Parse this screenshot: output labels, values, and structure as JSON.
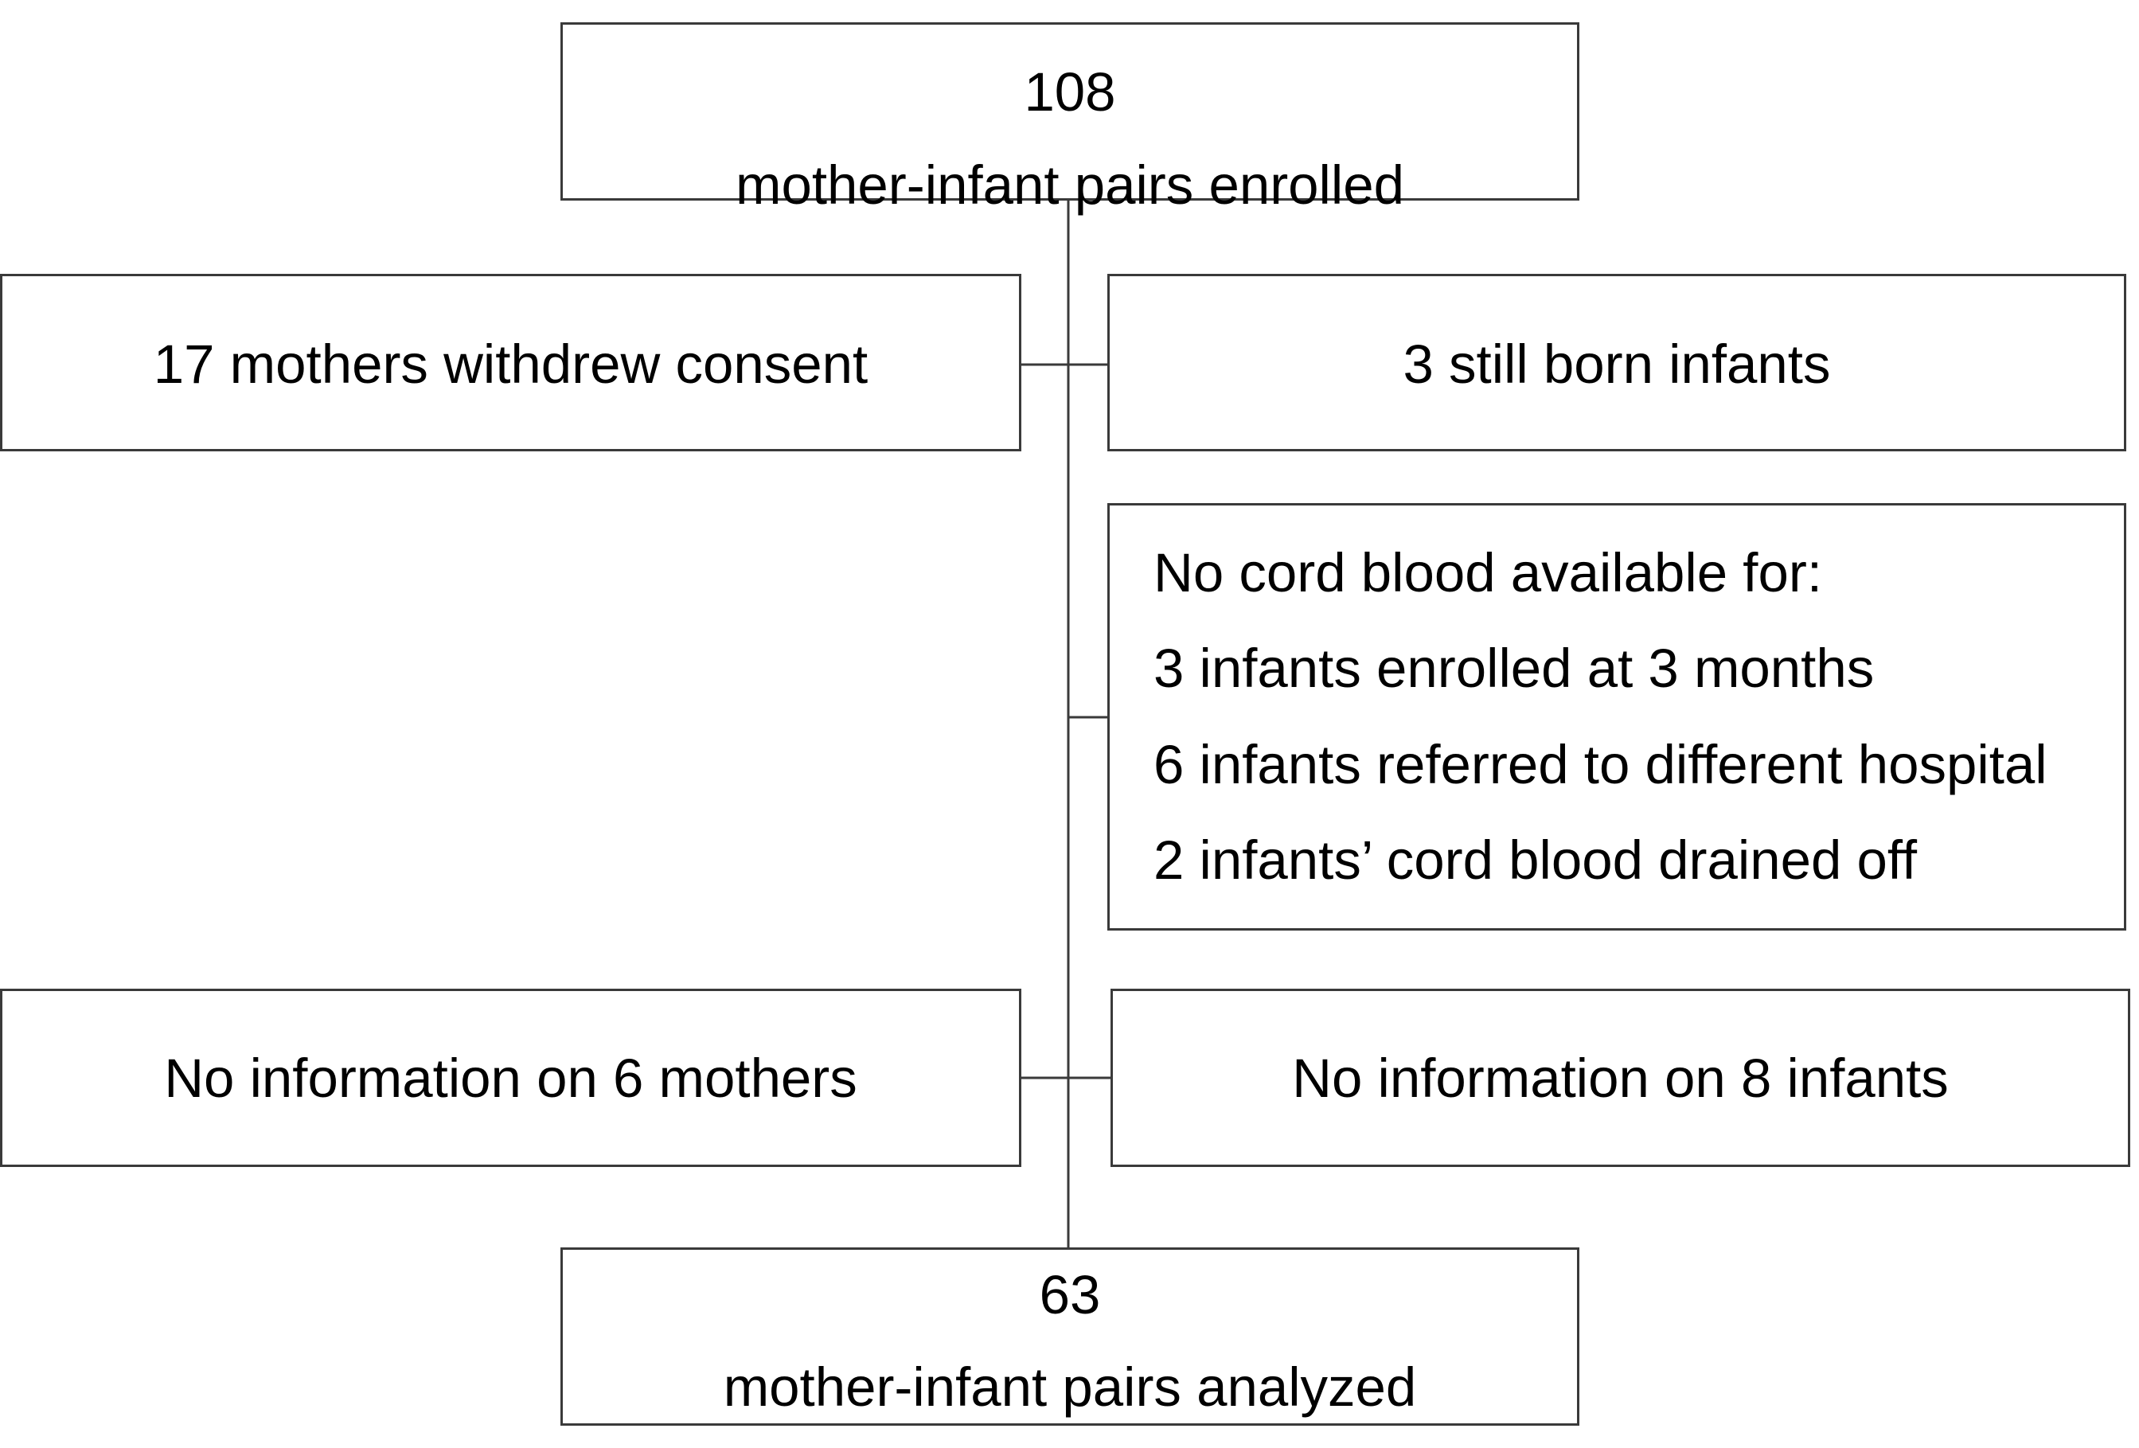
{
  "enrolled": {
    "count": "108",
    "label": "mother-infant pairs enrolled"
  },
  "exclusions": {
    "withdrew": "17 mothers withdrew consent",
    "stillborn": "3 still born infants",
    "no_cord_blood": {
      "heading": "No cord blood available for:",
      "lines": [
        "3 infants enrolled at 3 months",
        "6 infants referred to different hospital",
        "2 infants’ cord blood drained off"
      ]
    },
    "no_info_mothers": "No information on 6 mothers",
    "no_info_infants": "No information on 8 infants"
  },
  "analyzed": {
    "count": "63",
    "label": "mother-infant pairs analyzed"
  }
}
